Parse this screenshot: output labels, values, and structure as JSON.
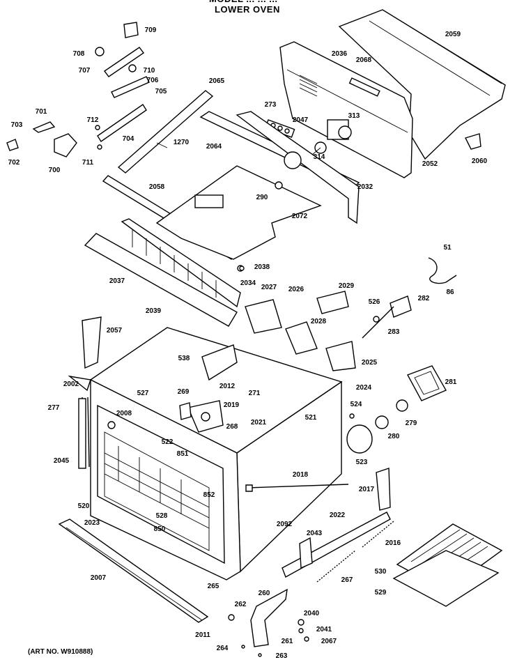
{
  "header": {
    "model_line": "MODEL ... — LOWER OVEN (cropped)",
    "subtitle": "LOWER OVEN"
  },
  "art_number": "(ART NO. W910888)",
  "callouts": [
    {
      "id": "709",
      "text": "709"
    },
    {
      "id": "708",
      "text": "708"
    },
    {
      "id": "707",
      "text": "707"
    },
    {
      "id": "710",
      "text": "710"
    },
    {
      "id": "706",
      "text": "706"
    },
    {
      "id": "705",
      "text": "705"
    },
    {
      "id": "2065",
      "text": "2065"
    },
    {
      "id": "701",
      "text": "701"
    },
    {
      "id": "703",
      "text": "703"
    },
    {
      "id": "702",
      "text": "702"
    },
    {
      "id": "700",
      "text": "700"
    },
    {
      "id": "712",
      "text": "712"
    },
    {
      "id": "704",
      "text": "704"
    },
    {
      "id": "711",
      "text": "711"
    },
    {
      "id": "1270",
      "text": "1270"
    },
    {
      "id": "2064",
      "text": "2064"
    },
    {
      "id": "273",
      "text": "273"
    },
    {
      "id": "2047",
      "text": "2047"
    },
    {
      "id": "313",
      "text": "313"
    },
    {
      "id": "314",
      "text": "314"
    },
    {
      "id": "2036",
      "text": "2036"
    },
    {
      "id": "2068",
      "text": "2068"
    },
    {
      "id": "2059",
      "text": "2059"
    },
    {
      "id": "2052",
      "text": "2052"
    },
    {
      "id": "2060",
      "text": "2060"
    },
    {
      "id": "2058",
      "text": "2058"
    },
    {
      "id": "290",
      "text": "290"
    },
    {
      "id": "2032",
      "text": "2032"
    },
    {
      "id": "2072",
      "text": "2072"
    },
    {
      "id": "2038",
      "text": "2038"
    },
    {
      "id": "2037",
      "text": "2037"
    },
    {
      "id": "2034",
      "text": "2034"
    },
    {
      "id": "2027",
      "text": "2027"
    },
    {
      "id": "2026",
      "text": "2026"
    },
    {
      "id": "2029",
      "text": "2029"
    },
    {
      "id": "526",
      "text": "526"
    },
    {
      "id": "282",
      "text": "282"
    },
    {
      "id": "51",
      "text": "51"
    },
    {
      "id": "86",
      "text": "86"
    },
    {
      "id": "283",
      "text": "283"
    },
    {
      "id": "2039",
      "text": "2039"
    },
    {
      "id": "2057",
      "text": "2057"
    },
    {
      "id": "2028",
      "text": "2028"
    },
    {
      "id": "2025",
      "text": "2025"
    },
    {
      "id": "538",
      "text": "538"
    },
    {
      "id": "2012",
      "text": "2012"
    },
    {
      "id": "2002",
      "text": "2002"
    },
    {
      "id": "527",
      "text": "527"
    },
    {
      "id": "269",
      "text": "269"
    },
    {
      "id": "271",
      "text": "271"
    },
    {
      "id": "2024",
      "text": "2024"
    },
    {
      "id": "281",
      "text": "281"
    },
    {
      "id": "277",
      "text": "277"
    },
    {
      "id": "2008",
      "text": "2008"
    },
    {
      "id": "2019",
      "text": "2019"
    },
    {
      "id": "524",
      "text": "524"
    },
    {
      "id": "268",
      "text": "268"
    },
    {
      "id": "2021",
      "text": "2021"
    },
    {
      "id": "521",
      "text": "521"
    },
    {
      "id": "279",
      "text": "279"
    },
    {
      "id": "522",
      "text": "522"
    },
    {
      "id": "280",
      "text": "280"
    },
    {
      "id": "2045",
      "text": "2045"
    },
    {
      "id": "851",
      "text": "851"
    },
    {
      "id": "523",
      "text": "523"
    },
    {
      "id": "2018",
      "text": "2018"
    },
    {
      "id": "2017",
      "text": "2017"
    },
    {
      "id": "852",
      "text": "852"
    },
    {
      "id": "520",
      "text": "520"
    },
    {
      "id": "528",
      "text": "528"
    },
    {
      "id": "2023",
      "text": "2023"
    },
    {
      "id": "2092",
      "text": "2092"
    },
    {
      "id": "2022",
      "text": "2022"
    },
    {
      "id": "850",
      "text": "850"
    },
    {
      "id": "2043",
      "text": "2043"
    },
    {
      "id": "2016",
      "text": "2016"
    },
    {
      "id": "2007",
      "text": "2007"
    },
    {
      "id": "267",
      "text": "267"
    },
    {
      "id": "530",
      "text": "530"
    },
    {
      "id": "265",
      "text": "265"
    },
    {
      "id": "529",
      "text": "529"
    },
    {
      "id": "260",
      "text": "260"
    },
    {
      "id": "262",
      "text": "262"
    },
    {
      "id": "2040",
      "text": "2040"
    },
    {
      "id": "2041",
      "text": "2041"
    },
    {
      "id": "2011",
      "text": "2011"
    },
    {
      "id": "261",
      "text": "261"
    },
    {
      "id": "2067",
      "text": "2067"
    },
    {
      "id": "264",
      "text": "264"
    },
    {
      "id": "263",
      "text": "263"
    }
  ]
}
